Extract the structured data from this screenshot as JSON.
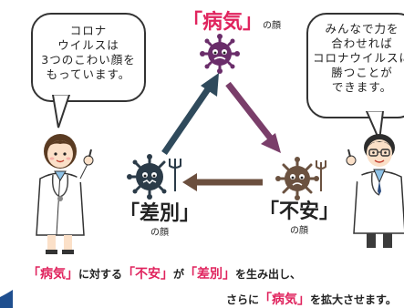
{
  "left_bubble": {
    "lines": [
      "コロナ",
      "ウイルスは",
      "3つのこわい顔を",
      "もっています。"
    ]
  },
  "right_bubble": {
    "lines": [
      "みんなで力を",
      "合わせれば",
      "コロナウイルスに",
      "勝つことが",
      "できます。"
    ]
  },
  "faces": {
    "top": {
      "name": "「病気」",
      "suffix": "の顔"
    },
    "left": {
      "name": "「差別」",
      "suffix": "の顔"
    },
    "right": {
      "name": "「不安」",
      "suffix": "の顔"
    }
  },
  "caption": {
    "line1": {
      "parts": [
        "「病気」",
        "に対する",
        "「不安」",
        "が",
        "「差別」",
        "を生み出し、"
      ]
    },
    "line2": {
      "parts": [
        "さらに",
        "「病気」",
        "を拡大させます。"
      ]
    }
  },
  "colors": {
    "arrow_left_to_top": "#2f4a5c",
    "arrow_top_to_right": "#7a3e6a",
    "arrow_right_to_left": "#6b4f3e",
    "highlight_text": "#e0245e",
    "virus_top": "#6a2d6a",
    "virus_left": "#2b3b48",
    "virus_right": "#6b5240"
  }
}
